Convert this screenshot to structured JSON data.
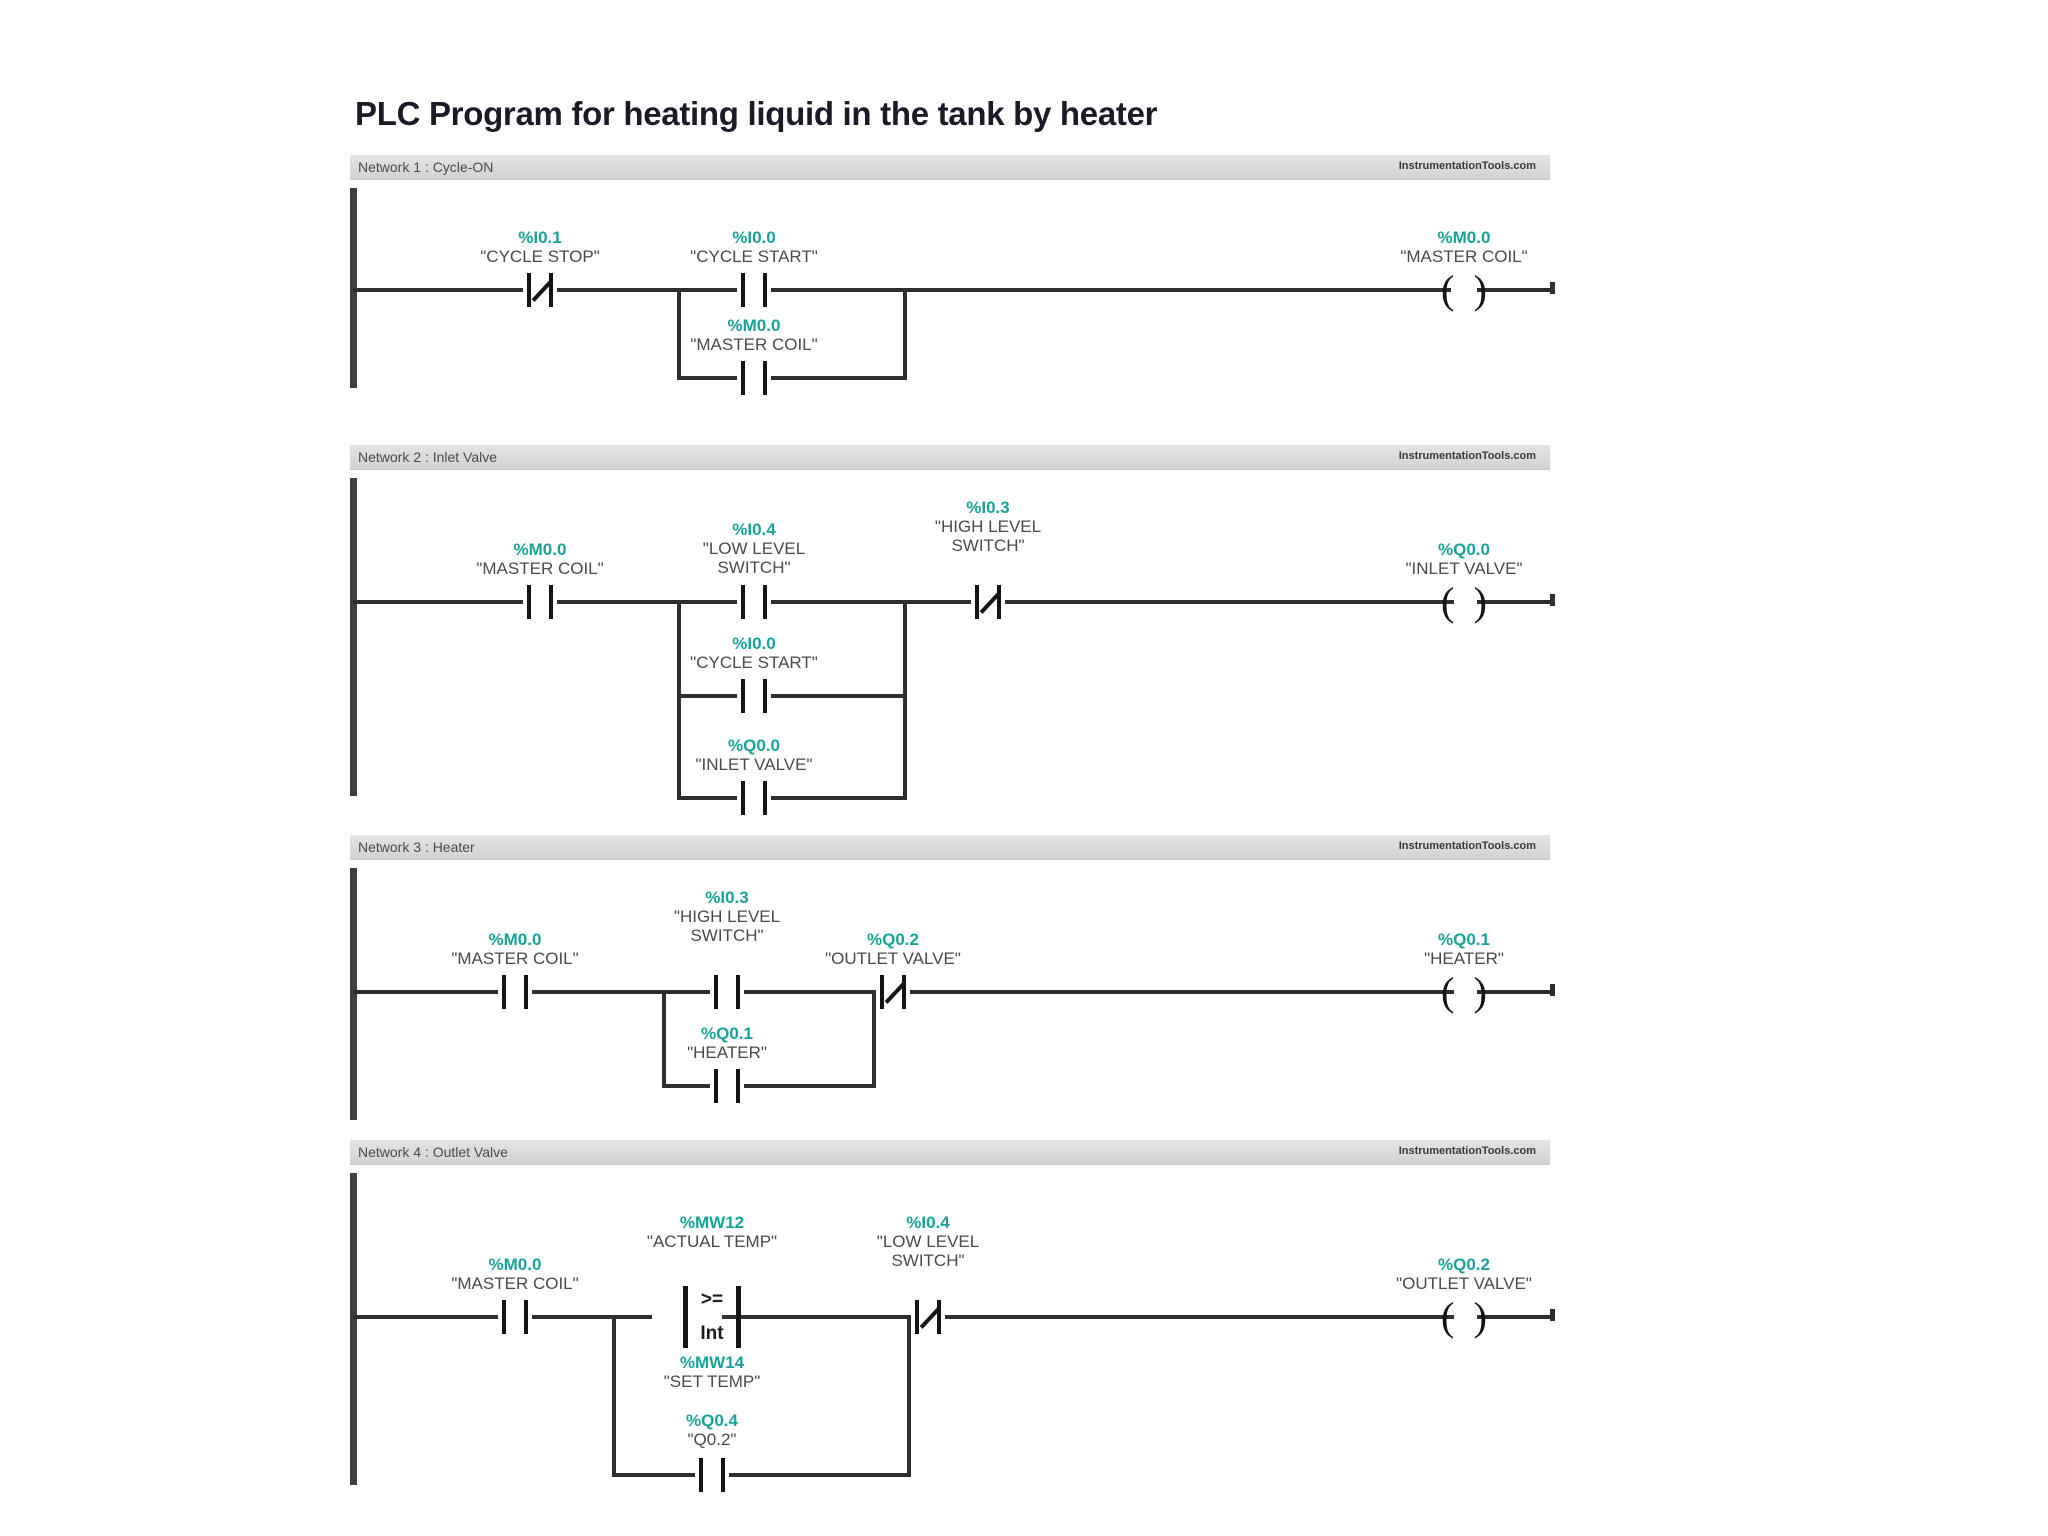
{
  "title": "PLC Program for heating liquid in the tank by heater",
  "brand": "InstrumentationTools.com",
  "networks": [
    {
      "header": "Network 1 : Cycle-ON",
      "name": "Cycle-ON",
      "elements": {
        "cycle_stop": {
          "addr": "%I0.1",
          "tag": "\"CYCLE STOP\"",
          "type": "NC"
        },
        "cycle_start": {
          "addr": "%I0.0",
          "tag": "\"CYCLE START\"",
          "type": "NO"
        },
        "master_coil_branch": {
          "addr": "%M0.0",
          "tag": "\"MASTER COIL\"",
          "type": "NO"
        },
        "master_coil_out": {
          "addr": "%M0.0",
          "tag": "\"MASTER COIL\"",
          "type": "COIL"
        }
      }
    },
    {
      "header": "Network 2 : Inlet Valve",
      "name": "Inlet Valve",
      "elements": {
        "master_coil": {
          "addr": "%M0.0",
          "tag": "\"MASTER COIL\"",
          "type": "NO"
        },
        "low_level": {
          "addr": "%I0.4",
          "tag": "\"LOW LEVEL SWITCH\"",
          "tag_line1": "\"LOW LEVEL",
          "tag_line2": "SWITCH\"",
          "type": "NO"
        },
        "high_level": {
          "addr": "%I0.3",
          "tag": "\"HIGH LEVEL SWITCH\"",
          "tag_line1": "\"HIGH LEVEL",
          "tag_line2": "SWITCH\"",
          "type": "NC"
        },
        "cycle_start": {
          "addr": "%I0.0",
          "tag": "\"CYCLE START\"",
          "type": "NO"
        },
        "inlet_valve_branch": {
          "addr": "%Q0.0",
          "tag": "\"INLET VALVE\"",
          "type": "NO"
        },
        "inlet_valve_out": {
          "addr": "%Q0.0",
          "tag": "\"INLET VALVE\"",
          "type": "COIL"
        }
      }
    },
    {
      "header": "Network 3 : Heater",
      "name": "Heater",
      "elements": {
        "master_coil": {
          "addr": "%M0.0",
          "tag": "\"MASTER COIL\"",
          "type": "NO"
        },
        "high_level": {
          "addr": "%I0.3",
          "tag": "\"HIGH LEVEL SWITCH\"",
          "tag_line1": "\"HIGH LEVEL",
          "tag_line2": "SWITCH\"",
          "type": "NO"
        },
        "outlet_valve": {
          "addr": "%Q0.2",
          "tag": "\"OUTLET VALVE\"",
          "type": "NC"
        },
        "heater_branch": {
          "addr": "%Q0.1",
          "tag": "\"HEATER\"",
          "type": "NO"
        },
        "heater_out": {
          "addr": "%Q0.1",
          "tag": "\"HEATER\"",
          "type": "COIL"
        }
      }
    },
    {
      "header": "Network 4 : Outlet Valve",
      "name": "Outlet Valve",
      "elements": {
        "master_coil": {
          "addr": "%M0.0",
          "tag": "\"MASTER COIL\"",
          "type": "NO"
        },
        "actual_temp": {
          "addr": "%MW12",
          "tag": "\"ACTUAL TEMP\""
        },
        "set_temp": {
          "addr": "%MW14",
          "tag": "\"SET TEMP\""
        },
        "compare_op": ">=",
        "compare_type": "Int",
        "q04_branch": {
          "addr": "%Q0.4",
          "tag": "\"Q0.2\"",
          "type": "NO"
        },
        "low_level": {
          "addr": "%I0.4",
          "tag": "\"LOW LEVEL SWITCH\"",
          "tag_line1": "\"LOW LEVEL",
          "tag_line2": "SWITCH\"",
          "type": "NC"
        },
        "outlet_valve_out": {
          "addr": "%Q0.2",
          "tag": "\"OUTLET VALVE\"",
          "type": "COIL"
        }
      }
    }
  ],
  "colors": {
    "address": "#18a39a",
    "tag": "#4a4a4a",
    "wire": "#2f2f2f",
    "header_bg": "#dadada"
  }
}
